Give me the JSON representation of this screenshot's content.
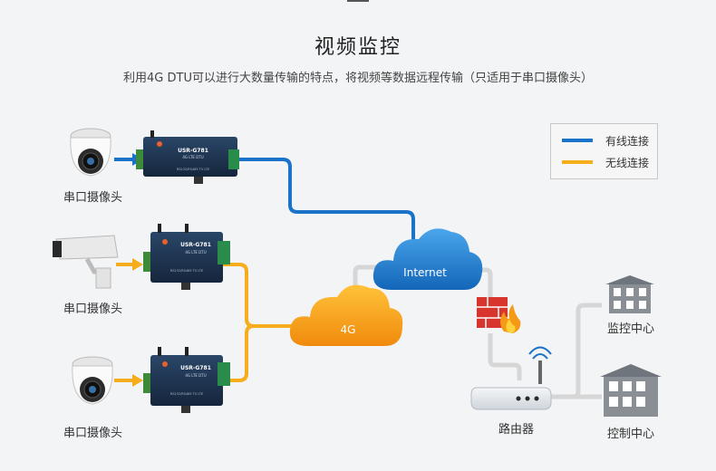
{
  "header": {
    "title": "视频监控",
    "subtitle": "利用4G DTU可以进行大数量传输的特点，将视频等数据远程传输（只适用于串口摄像头）"
  },
  "legend": {
    "items": [
      {
        "label": "有线连接",
        "color": "#1a73c8"
      },
      {
        "label": "无线连接",
        "color": "#f5ad1b"
      }
    ]
  },
  "devices": {
    "camera_label": "串口摄像头",
    "dtu_model": "USR-G781",
    "dtu_sub": "4G LTE DTU",
    "dtu_port_text": "RS232/RS485 TV LTE"
  },
  "network": {
    "internet_label": "Internet",
    "cloud_4g_label": "4G",
    "router_label": "路由器",
    "monitor_center_label": "监控中心",
    "control_center_label": "控制中心"
  },
  "colors": {
    "wired": "#1a73c8",
    "wireless": "#f5ad1b",
    "gray_line": "#d6d6d6",
    "dtu_body": "#1f3552"
  }
}
